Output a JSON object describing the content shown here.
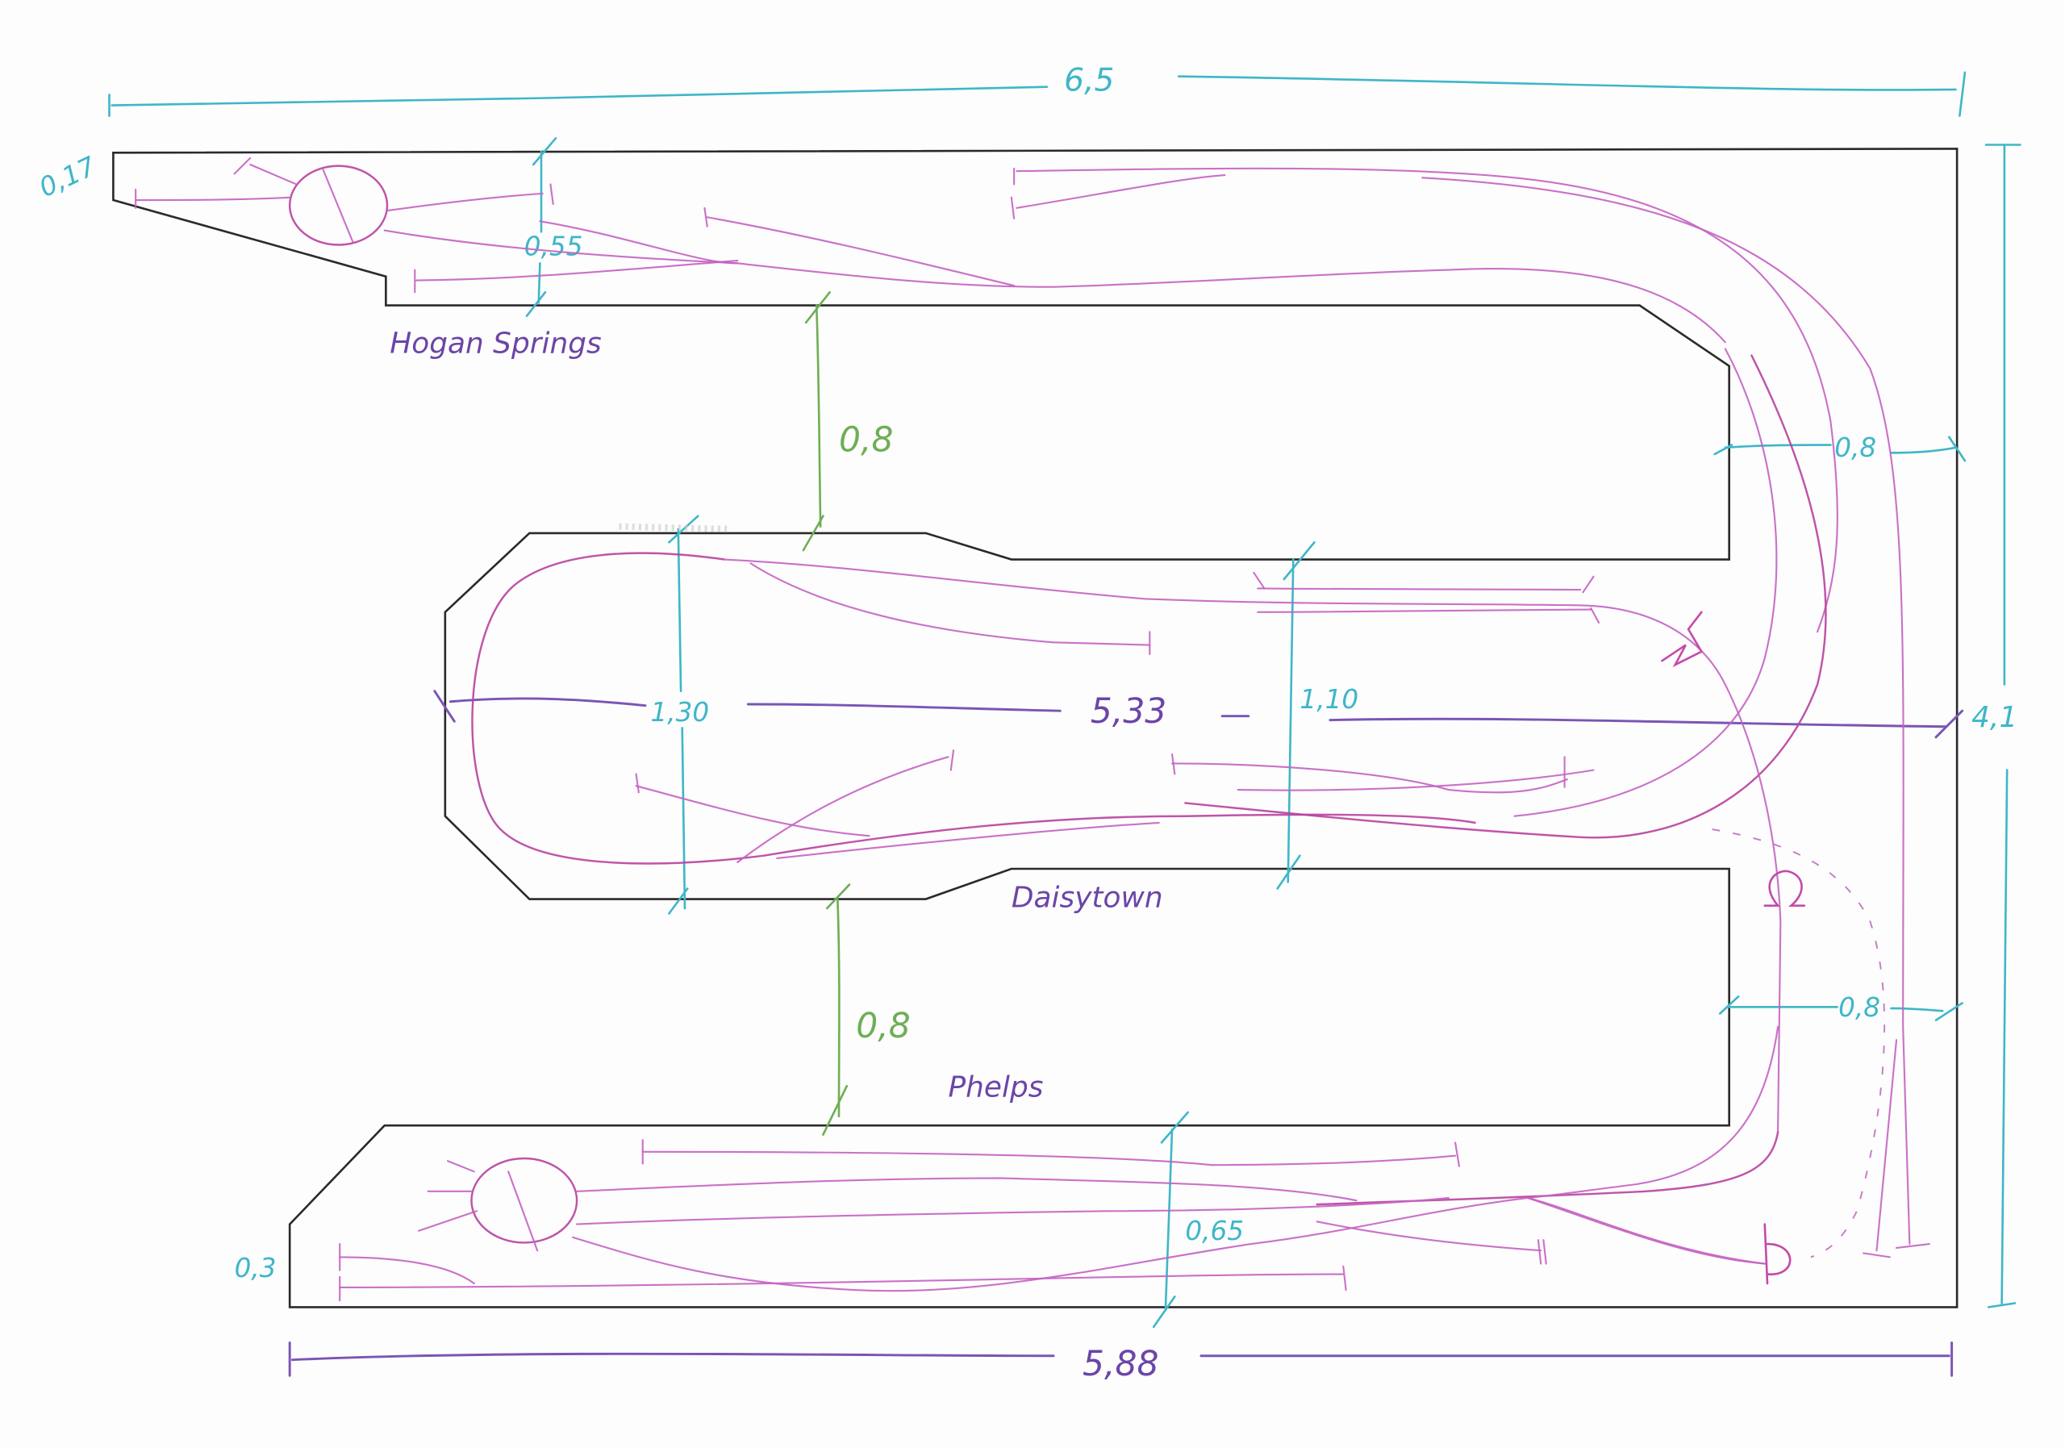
{
  "diagram": {
    "title": "Model railway layout sketch",
    "colors": {
      "outline": "#2a2a2a",
      "track": "#c462c2",
      "dimension_cyan": "#3fb6c8",
      "dimension_violet": "#6b45a8",
      "dimension_green": "#6fae55"
    },
    "towns": {
      "hogan_springs": "Hogan Springs",
      "daisytown": "Daisytown",
      "phelps": "Phelps"
    },
    "dimensions": {
      "overall_width": "6,5",
      "overall_height": "4,1",
      "bottom_width": "5,88",
      "middle_length": "5,33",
      "top_left_edge": "0,17",
      "bottom_left_edge": "0,3",
      "top_arm_depth": "0,55",
      "bottom_arm_depth": "0,65",
      "middle_left_height": "1,30",
      "middle_right_height": "1,10",
      "upper_gap": "0,8",
      "lower_gap": "0,8",
      "right_arm_upper_width": "0,8",
      "right_arm_lower_width": "0,8"
    },
    "symbols": [
      {
        "name": "turntable-top",
        "label": "turntable"
      },
      {
        "name": "turntable-bottom",
        "label": "turntable"
      },
      {
        "name": "tunnel-portal",
        "label": "Ω"
      },
      {
        "name": "bridge-mark",
        "label": "≀"
      },
      {
        "name": "buffer-stop",
        "label": "buffer"
      }
    ]
  }
}
